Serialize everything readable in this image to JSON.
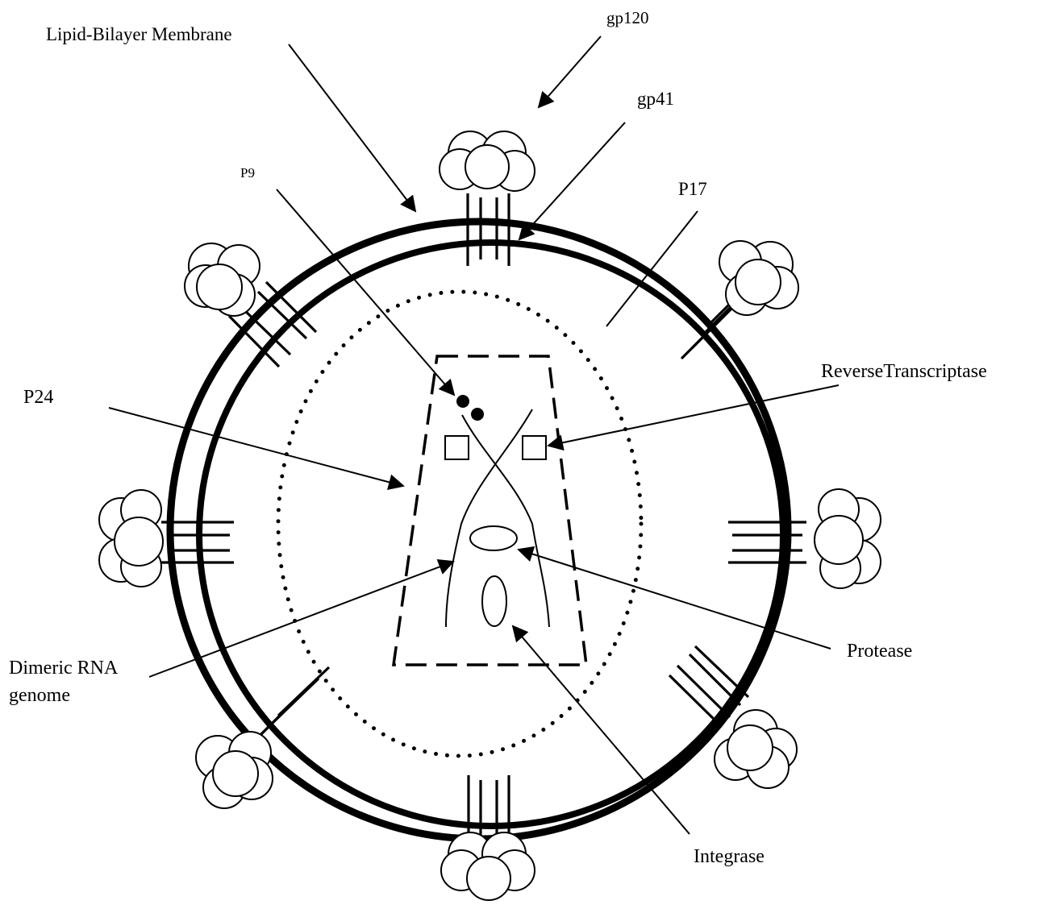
{
  "labels": {
    "lipid_bilayer": "Lipid-Bilayer Membrane",
    "gp120": "gp120",
    "gp41": "gp41",
    "p9": "P9",
    "p17": "P17",
    "p24": "P24",
    "reverse_transcriptase": "ReverseTranscriptase",
    "dimeric_rna_line1": "Dimeric RNA",
    "dimeric_rna_line2": "genome",
    "protease": "Protease",
    "integrase": "Integrase"
  }
}
